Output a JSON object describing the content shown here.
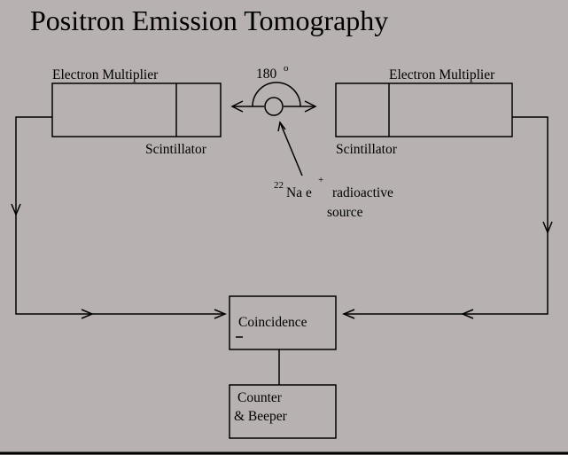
{
  "title": "Positron Emission Tomography",
  "left_detector": {
    "multiplier_label": "Electron Multiplier",
    "scintillator_label": "Scintillator"
  },
  "right_detector": {
    "multiplier_label": "Electron Multiplier",
    "scintillator_label": "Scintillator"
  },
  "angle": {
    "value": "180",
    "unit": "o"
  },
  "source": {
    "mass_number": "22",
    "element_line": "Na e",
    "charge": "+",
    "description_1": "radioactive",
    "description_2": "source"
  },
  "coincidence": {
    "label": "Coincidence"
  },
  "counter": {
    "line_1": "Counter",
    "line_2": "& Beeper"
  }
}
